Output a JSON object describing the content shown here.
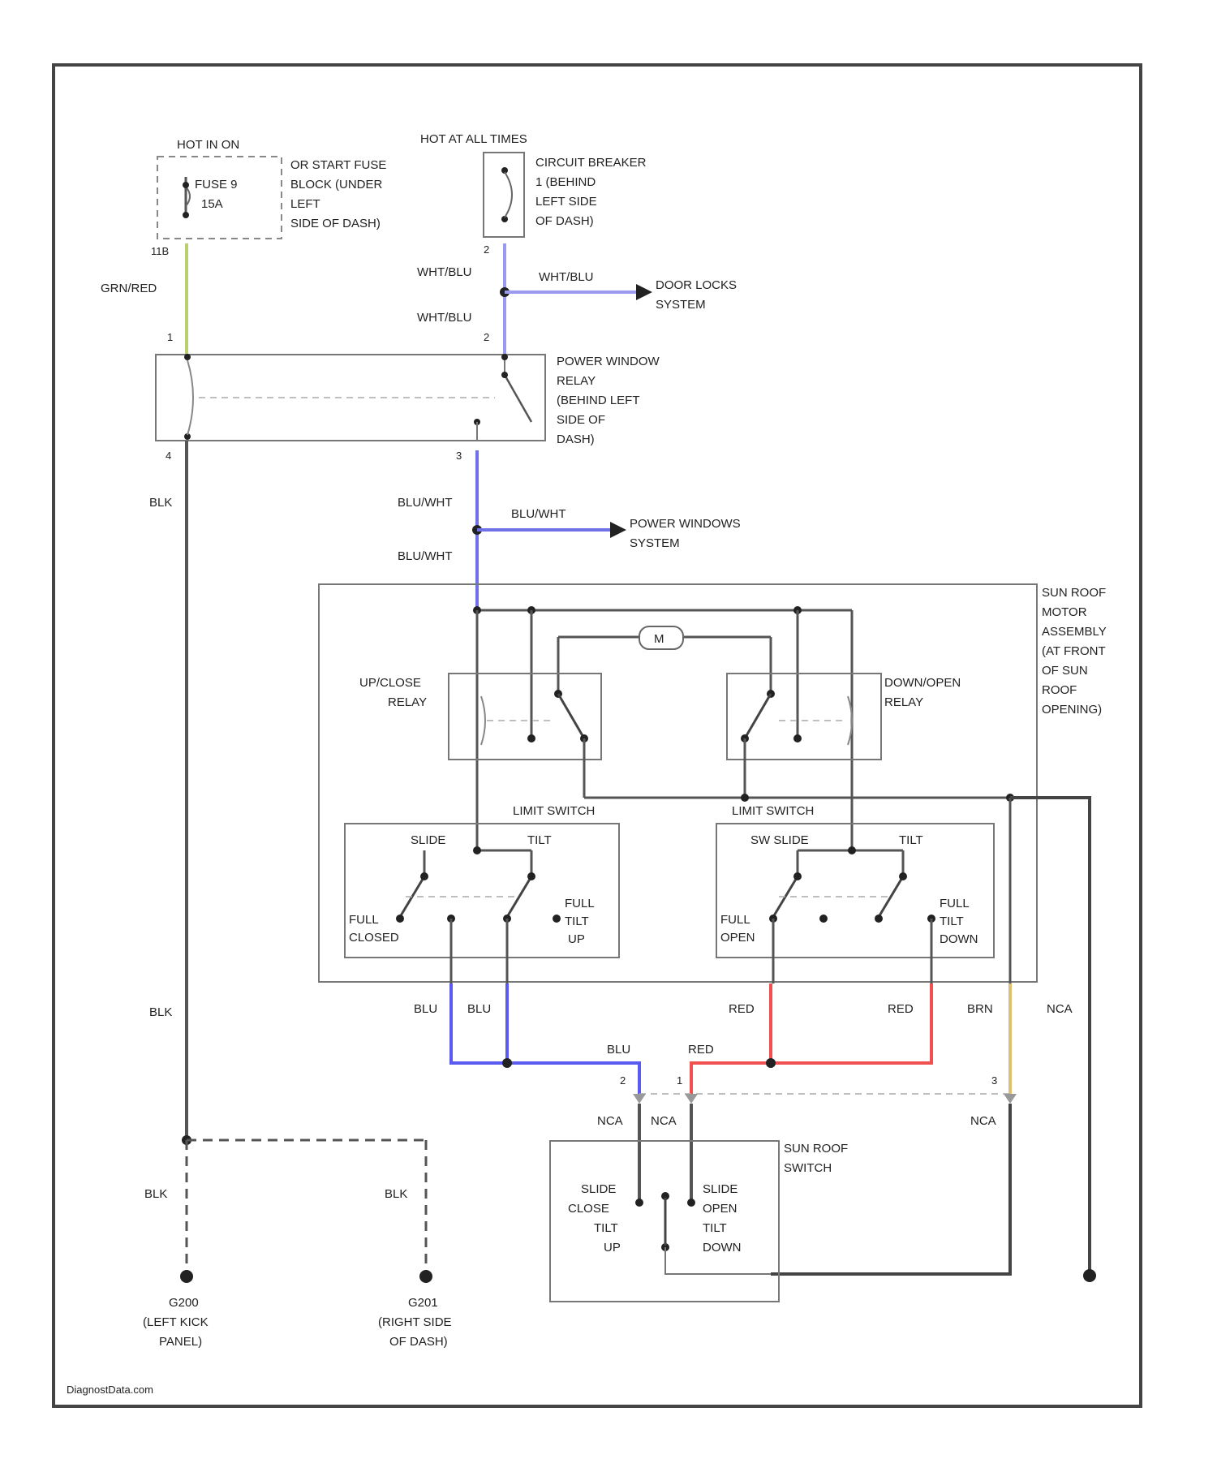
{
  "colors": {
    "wht_blu": "#9a9af0",
    "blu_wht": "#7070e8",
    "blu": "#5a5af0",
    "red": "#f05050",
    "grn_red": "#b8d070",
    "brn": "#e0c070",
    "gray": "#555555"
  },
  "power": {
    "hot_in_on": "HOT IN ON",
    "hot_at_all_times": "HOT AT ALL TIMES",
    "fuse_name": "FUSE 9",
    "fuse_rating": "15A",
    "fuse_block": [
      "OR START FUSE",
      "BLOCK (UNDER",
      "LEFT",
      "SIDE OF DASH)"
    ],
    "breaker": [
      "CIRCUIT BREAKER",
      "1 (BEHIND",
      "LEFT SIDE",
      "OF DASH)"
    ],
    "breaker_pin": "2"
  },
  "wires": {
    "grn_red": "GRN/RED",
    "wht_blu": "WHT/BLU",
    "blk": "BLK",
    "blu_wht": "BLU/WHT",
    "blu": "BLU",
    "red": "RED",
    "brn": "BRN",
    "nca": "NCA"
  },
  "systems": {
    "door_locks": [
      "DOOR LOCKS",
      "SYSTEM"
    ],
    "power_windows": [
      "POWER WINDOWS",
      "SYSTEM"
    ]
  },
  "relay": {
    "label": [
      "POWER WINDOW",
      "RELAY",
      "(BEHIND LEFT",
      "SIDE OF",
      "DASH)"
    ],
    "pins": [
      "1",
      "2",
      "4",
      "3"
    ]
  },
  "motor_assembly": {
    "label": [
      "SUN ROOF",
      "MOTOR",
      "ASSEMBLY",
      "(AT FRONT",
      "OF SUN",
      "ROOF",
      "OPENING)"
    ],
    "motor": "M",
    "up_close_relay": [
      "UP/CLOSE",
      "RELAY"
    ],
    "down_open_relay": [
      "DOWN/OPEN",
      "RELAY"
    ],
    "limit_switch": "LIMIT SWITCH",
    "left_switch": {
      "slide": "SLIDE",
      "tilt": "TILT",
      "full_closed": [
        "FULL",
        "CLOSED"
      ],
      "full_tilt_up": [
        "FULL",
        "TILT",
        "UP"
      ]
    },
    "right_switch": {
      "slide": "SW SLIDE",
      "tilt": "TILT",
      "full_open": [
        "FULL",
        "OPEN"
      ],
      "full_tilt_down": [
        "FULL",
        "TILT",
        "DOWN"
      ]
    }
  },
  "connector_pins": [
    "2",
    "1",
    "3"
  ],
  "sunroof_switch": {
    "label": [
      "SUN ROOF",
      "SWITCH"
    ],
    "left": [
      "SLIDE",
      "CLOSE",
      "TILT",
      "UP"
    ],
    "right": [
      "SLIDE",
      "OPEN",
      "TILT",
      "DOWN"
    ]
  },
  "grounds": {
    "g1": [
      "G200",
      "(LEFT KICK",
      "PANEL)"
    ],
    "g2": [
      "G201",
      "(RIGHT SIDE",
      "OF DASH)"
    ]
  },
  "watermark": "DiagnostData.com"
}
